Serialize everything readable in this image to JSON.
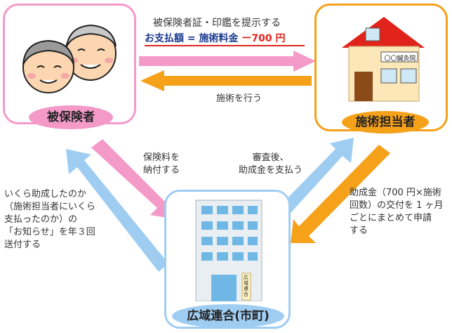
{
  "nodes": {
    "insured": {
      "label": "被保険者"
    },
    "practitioner": {
      "label": "施術担当者",
      "sign": "〇〇鍼灸院"
    },
    "union": {
      "label": "広域連合(市町)",
      "sign": "広域連合"
    }
  },
  "flows": {
    "top": {
      "line1": "被保険者証・印鑑を提示する",
      "eq_left": "お支払額",
      "eq_op": "=",
      "eq_mid": "施術料金",
      "eq_right": "ー700 円"
    },
    "perform": {
      "text": "施術を行う"
    },
    "premium": {
      "line1": "保険料を",
      "line2": "納付する"
    },
    "subsidy": {
      "line1": "審査後、",
      "line2": "助成金を支払う"
    },
    "claim": {
      "line1": "助成金（700 円×施術",
      "line2": "回数）の交付を 1 ヶ月",
      "line3": "ごとにまとめて申請",
      "line4": "する"
    },
    "notice": {
      "line1": "いくら助成したのか",
      "line2": "（施術担当者にいくら",
      "line3": "支払ったのか）の",
      "line4": "「お知らせ」を年３回",
      "line5": "送付する"
    }
  },
  "colors": {
    "pink": "#f39ac9",
    "orange": "#f5a11a",
    "blue": "#9fcdf2",
    "navy": "#1a3a8f",
    "red": "#e0241c"
  }
}
